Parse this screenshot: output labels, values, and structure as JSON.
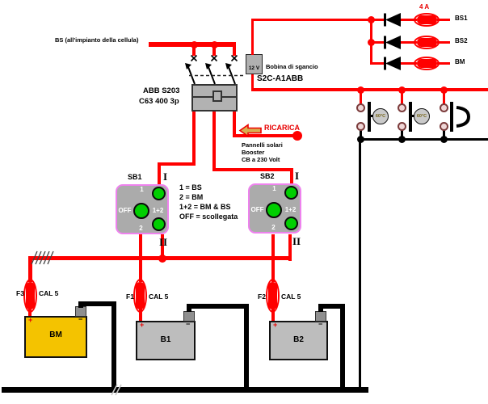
{
  "title": "Schema elettrico batterie camper",
  "colors": {
    "wire_hot": "#FF0000",
    "wire_ground": "#000000",
    "switch_border": "#EE82EE",
    "switch_body": "#ABABAB",
    "position_green": "#00CF00",
    "battery_bm_fill": "#F4C300",
    "battery_aux_fill": "#BDBDBD",
    "arrow_fill": "#D8AE4E"
  },
  "bs_feed": {
    "label": "BS (all'impianto della cellula)"
  },
  "breaker": {
    "line1": "ABB  S203",
    "line2": "C63 400 3p"
  },
  "trip_coil": {
    "voltage": "12 V",
    "label": "Bobina di sgancio",
    "model": "S2C-A1ABB"
  },
  "diode_block": {
    "fuse_rating": "4 A",
    "outputs": [
      "BS1",
      "BS2",
      "BM"
    ]
  },
  "thermal": {
    "temp1": "60°C",
    "temp2": "60°C"
  },
  "recharge": {
    "label": "RICARICA",
    "sources": [
      "Pannelli solari",
      "Booster",
      "CB a 230 Volt"
    ]
  },
  "legend": {
    "lines": [
      "1 = BS",
      "2 = BM",
      "1+2 = BM & BS",
      "OFF = scollegata"
    ]
  },
  "switches": {
    "sb1": {
      "name": "SB1",
      "pos_top": "1",
      "pos_left": "OFF",
      "pos_right": "1+2",
      "pos_bottom": "2",
      "term_top": "I",
      "term_bottom": "II"
    },
    "sb2": {
      "name": "SB2",
      "pos_top": "1",
      "pos_left": "OFF",
      "pos_right": "1+2",
      "pos_bottom": "2",
      "term_top": "I",
      "term_bottom": "II"
    }
  },
  "fuses": {
    "f3": {
      "name": "F3",
      "rating": "CAL 5"
    },
    "f1": {
      "name": "F1",
      "rating": "CAL 5"
    },
    "f2": {
      "name": "F2",
      "rating": "CAL 5"
    }
  },
  "batteries": {
    "bm": {
      "name": "BM",
      "plus": "+",
      "minus": "−"
    },
    "b1": {
      "name": "B1",
      "plus": "+",
      "minus": "−"
    },
    "b2": {
      "name": "B2",
      "plus": "+",
      "minus": "−"
    }
  }
}
